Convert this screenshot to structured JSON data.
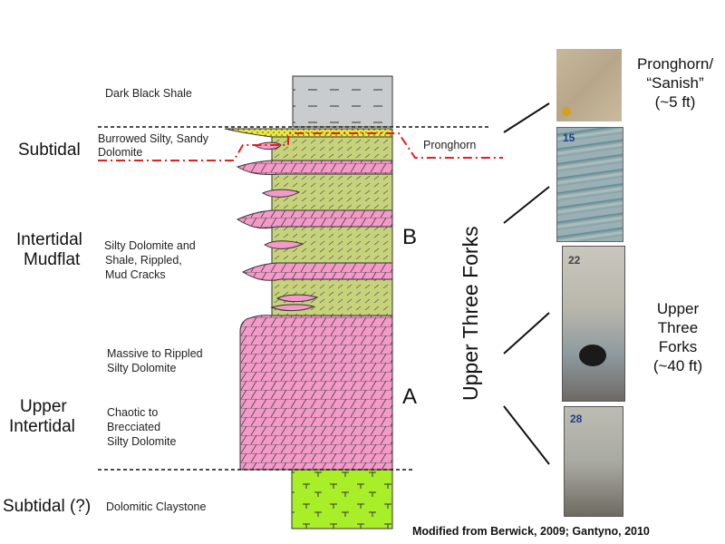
{
  "environments": {
    "subtidal_top": "Subtidal",
    "intertidal_line1": "Intertidal",
    "intertidal_line2": "Mudflat",
    "upper_intertidal_line1": "Upper",
    "upper_intertidal_line2": "Intertidal",
    "subtidal_bottom": "Subtidal (?)"
  },
  "lithologies": {
    "dark_black_shale": "Dark Black Shale",
    "burrowed_line1": "Burrowed Silty, Sandy",
    "burrowed_line2": "Dolomite",
    "silty_dolo_line1": "Silty Dolomite and",
    "silty_dolo_line2": "Shale, Rippled,",
    "silty_dolo_line3": "Mud Cracks",
    "massive_line1": "Massive to Rippled",
    "massive_line2": "Silty Dolomite",
    "chaotic_line1": "Chaotic to",
    "chaotic_line2": "Brecciated",
    "chaotic_line3": "Silty Dolomite",
    "dolomitic_claystone": "Dolomitic Claystone"
  },
  "units": {
    "pronghorn": "Pronghorn",
    "unit_b": "B",
    "unit_a": "A",
    "upper_three_forks": "Upper Three Forks"
  },
  "photo_labels": {
    "pronghorn_line1": "Pronghorn/",
    "pronghorn_line2": "“Sanish”",
    "pronghorn_line3": "(~5 ft)",
    "utf_line1": "Upper",
    "utf_line2": "Three",
    "utf_line3": "Forks",
    "utf_line4": "(~40 ft)"
  },
  "core_box_numbers": {
    "box1": "15",
    "box2": "22",
    "box3": "28"
  },
  "credit": "Modified from Berwick, 2009; Gantyno, 2010",
  "colors": {
    "shale_gray": "#c9ccce",
    "dolomite_pink": "#f39ac8",
    "silty_green": "#c6d37a",
    "sandy_yellow": "#ecea3c",
    "claystone_green": "#a8ef2a",
    "pronghorn_red": "#e3201c"
  }
}
